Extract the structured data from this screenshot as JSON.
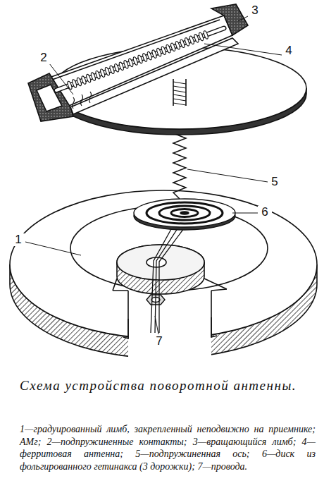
{
  "diagram": {
    "title": "Схема устройства поворотной антенны.",
    "caption": "1—градуированный лимб, закрепленный неподвижно на приемнике; АМг; 2—подпружиненные контакты; 3—вращающийся лимб; 4—ферритовая антенна; 5—подпружиненная ось; 6—диск из фольгированного гетинакса (3 дорожки); 7—провода.",
    "labels": [
      "3",
      "2",
      "4",
      "5",
      "6",
      "1",
      "7"
    ]
  }
}
